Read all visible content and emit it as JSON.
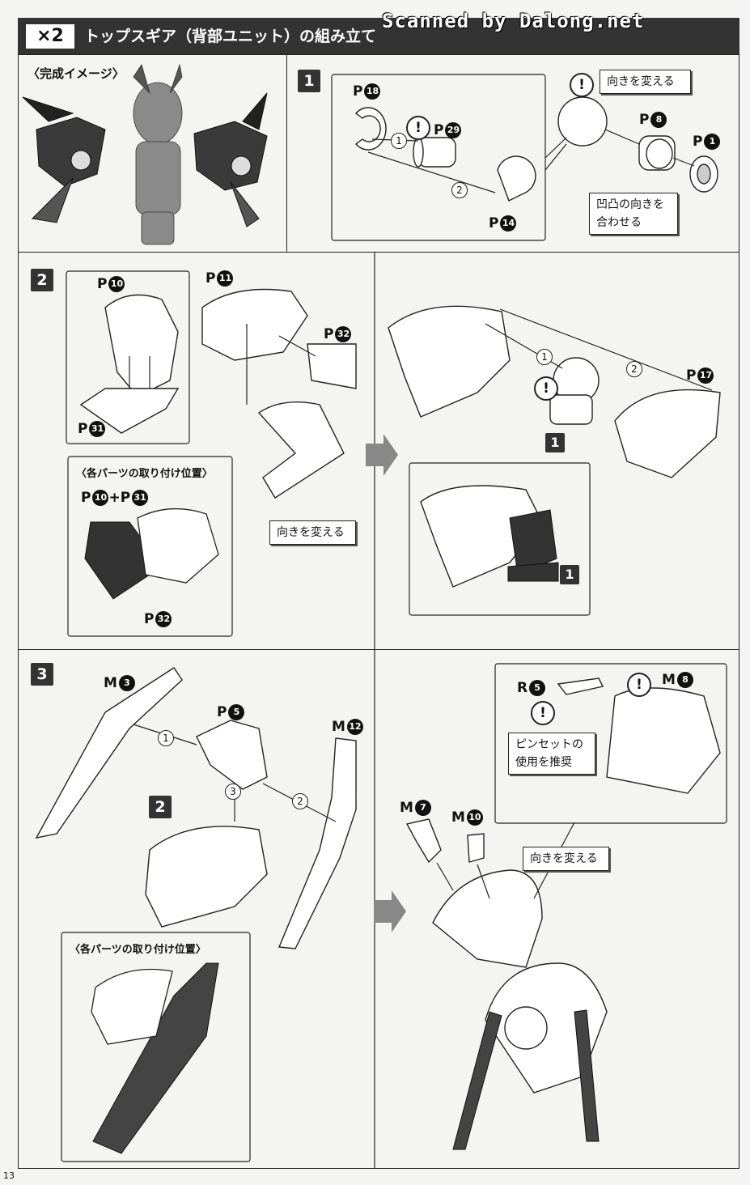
{
  "header": {
    "multiplier": "×2",
    "title": "トップスギア（背部ユニット）の組み立て",
    "watermark": "Scanned by Dalong.net"
  },
  "completion": {
    "label": "〈完成イメージ〉"
  },
  "step1": {
    "number": "1",
    "parts": {
      "p18": "P",
      "p18n": "18",
      "p29": "P",
      "p29n": "29",
      "p14": "P",
      "p14n": "14",
      "p8": "P",
      "p8n": "8",
      "p1": "P",
      "p1n": "1"
    },
    "orders": [
      "1",
      "2"
    ],
    "warn": "!",
    "callout_turn": "向きを変える",
    "callout_align": "凹凸の向きを合わせる"
  },
  "step2": {
    "number": "2",
    "parts": {
      "p10": "P",
      "p10n": "10",
      "p11": "P",
      "p11n": "11",
      "p32": "P",
      "p32n": "32",
      "p31": "P",
      "p31n": "31",
      "p17": "P",
      "p17n": "17"
    },
    "inset_title": "〈各パーツの取り付け位置〉",
    "inset_label_a": "P",
    "inset_label_a_n": "10",
    "inset_label_plus": "+P",
    "inset_label_b_n": "31",
    "inset_label_c": "P",
    "inset_label_c_n": "32",
    "callout_turn": "向きを変える",
    "orders": [
      "1",
      "2"
    ],
    "ref_step": "1"
  },
  "step3": {
    "number": "3",
    "parts": {
      "m3": "M",
      "m3n": "3",
      "p5": "P",
      "p5n": "5",
      "m12": "M",
      "m12n": "12",
      "m7": "M",
      "m7n": "7",
      "m10": "M",
      "m10n": "10",
      "r5": "R",
      "r5n": "5",
      "m8": "M",
      "m8n": "8"
    },
    "orders": [
      "1",
      "2",
      "3"
    ],
    "ref_step": "2",
    "inset_title": "〈各パーツの取り付け位置〉",
    "callout_tweezers": "ピンセットの使用を推奨",
    "callout_turn": "向きを変える"
  },
  "page_number": "13"
}
